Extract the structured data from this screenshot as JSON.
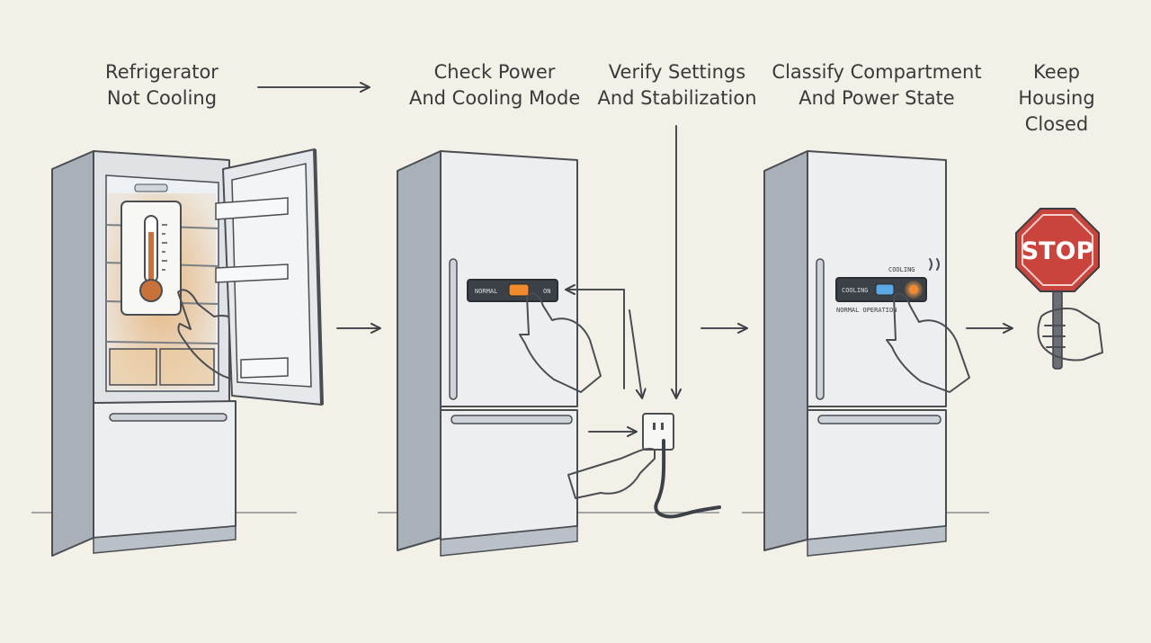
{
  "steps": [
    {
      "lines": [
        "Refrigerator",
        "Not Cooling"
      ]
    },
    {
      "lines": [
        "Check Power",
        "And Cooling Mode"
      ]
    },
    {
      "lines": [
        "Verify Settings",
        "And Stabilization"
      ]
    },
    {
      "lines": [
        "Classify Compartment",
        "And Power State"
      ]
    },
    {
      "lines": [
        "Keep",
        "Housing",
        "Closed"
      ]
    }
  ],
  "panel2": {
    "left_text": "NORMAL",
    "right_text": "ON"
  },
  "panel4": {
    "left_text": "COOLING",
    "top_text": "COOLING",
    "bottom_text": "NORMAL OPERATION"
  },
  "sign": {
    "text": "STOP"
  },
  "colors": {
    "background": "#f3f0e8",
    "fridge_body": "#e8eaec",
    "fridge_side": "#a9b0b8",
    "warm_stain": "#d9a262",
    "stop_red": "#c9443c",
    "panel_dark": "#3c4148",
    "led_blue": "#5aa9e6",
    "led_orange": "#f08a2c"
  }
}
